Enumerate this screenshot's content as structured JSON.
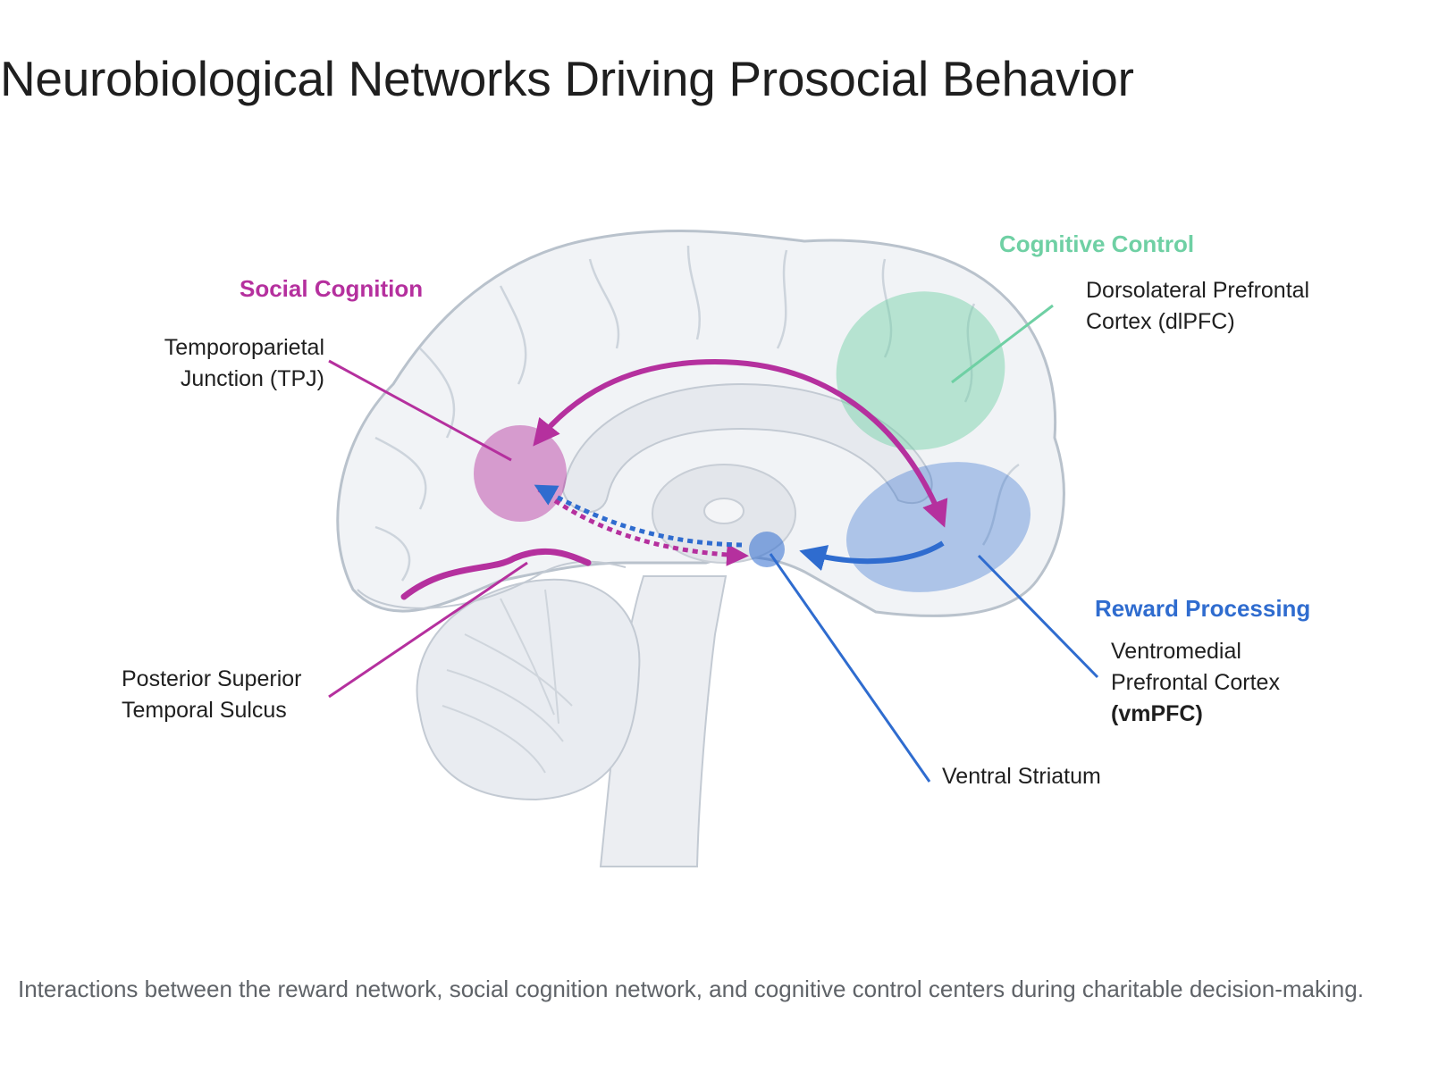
{
  "title": "Neurobiological Networks Driving Prosocial Behavior",
  "caption": "Interactions between the reward network, social cognition network, and cognitive control centers during charitable decision-making.",
  "colors": {
    "social": "#b5309e",
    "control": "#6fd0a4",
    "reward": "#2f6ccf",
    "brain_fill": "#f1f3f6",
    "brain_outline": "#b9c2cc"
  },
  "groups": {
    "social_cognition": "Social Cognition",
    "cognitive_control": "Cognitive Control",
    "reward_processing": "Reward Processing"
  },
  "regions": {
    "tpj": {
      "line1": "Temporoparietal",
      "line2": "Junction (TPJ)"
    },
    "psts": {
      "line1": "Posterior Superior",
      "line2": "Temporal Sulcus"
    },
    "dlpfc": {
      "line1": "Dorsolateral Prefrontal",
      "line2": "Cortex (dlPFC)"
    },
    "vmpfc": {
      "line1": "Ventromedial",
      "line2": "Prefrontal Cortex",
      "line3": "(vmPFC)"
    },
    "ventral_striatum": {
      "line1": "Ventral Striatum"
    }
  }
}
